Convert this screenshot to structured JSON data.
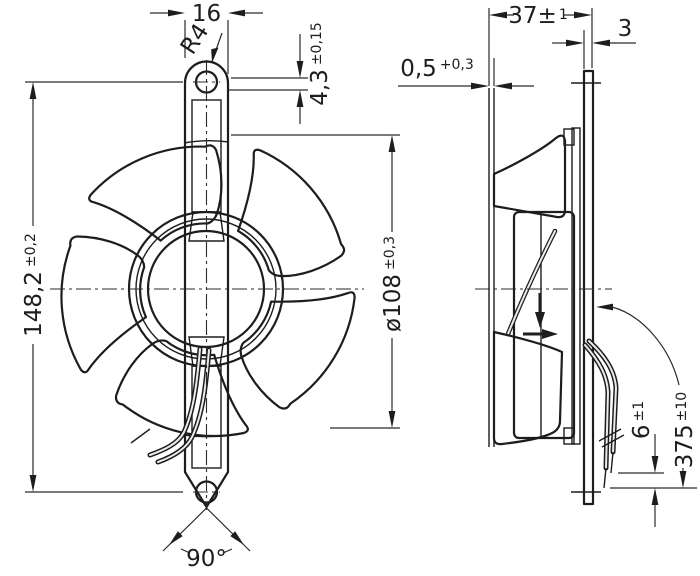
{
  "front": {
    "width": "16",
    "corner_radius": "R4",
    "hole_offset": "4,3",
    "hole_offset_tol": "±0,15",
    "height": "148,2",
    "height_tol": "±0,2",
    "diameter": "ø108",
    "diameter_tol": "±0,3",
    "mount_angle": "90°"
  },
  "side": {
    "depth": "37±",
    "depth_tol": "1",
    "protrusion": "0,5",
    "protrusion_tol": "+0,3",
    "plate_thickness": "3",
    "strip_length": "6",
    "strip_length_tol": "±1",
    "lead_length": "375",
    "lead_length_tol": "±10"
  },
  "colors": {
    "line": "#1d1d1d",
    "blade_dark": "#b0b0b0",
    "blade_light": "#eeeeee",
    "hub_fill": "#e9e9e9",
    "background": "#ffffff"
  }
}
